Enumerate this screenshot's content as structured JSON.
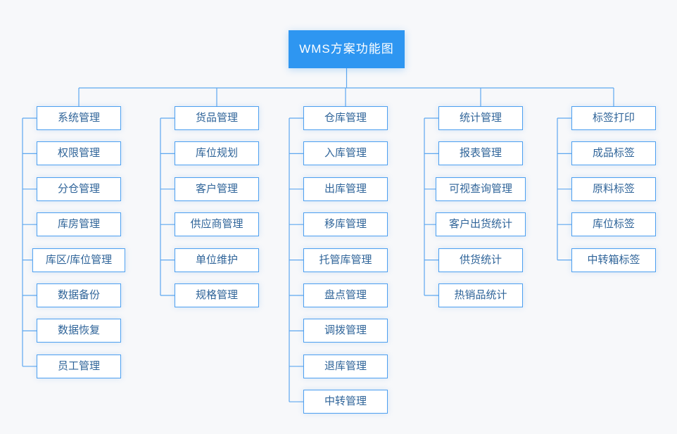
{
  "diagram": {
    "root": {
      "label": "WMS方案功能图"
    },
    "columns": [
      {
        "header": "系统管理",
        "children": [
          "权限管理",
          "分仓管理",
          "库房管理",
          "库区/库位管理",
          "数据备份",
          "数据恢复",
          "员工管理"
        ]
      },
      {
        "header": "货品管理",
        "children": [
          "库位规划",
          "客户管理",
          "供应商管理",
          "单位维护",
          "规格管理"
        ]
      },
      {
        "header": "仓库管理",
        "children": [
          "入库管理",
          "出库管理",
          "移库管理",
          "托管库管理",
          "盘点管理",
          "调拨管理",
          "退库管理",
          "中转管理"
        ]
      },
      {
        "header": "统计管理",
        "children": [
          "报表管理",
          "可视查询管理",
          "客户出货统计",
          "供货统计",
          "热销品统计"
        ]
      },
      {
        "header": "标签打印",
        "children": [
          "成品标签",
          "原料标签",
          "库位标签",
          "中转箱标签"
        ]
      }
    ],
    "colors": {
      "background": "#f7f8fa",
      "root_fill": "#2e96f1",
      "root_text": "#ffffff",
      "node_border": "#4c9ff0",
      "node_text": "#2f6499",
      "connector": "#5ea7ef"
    }
  }
}
